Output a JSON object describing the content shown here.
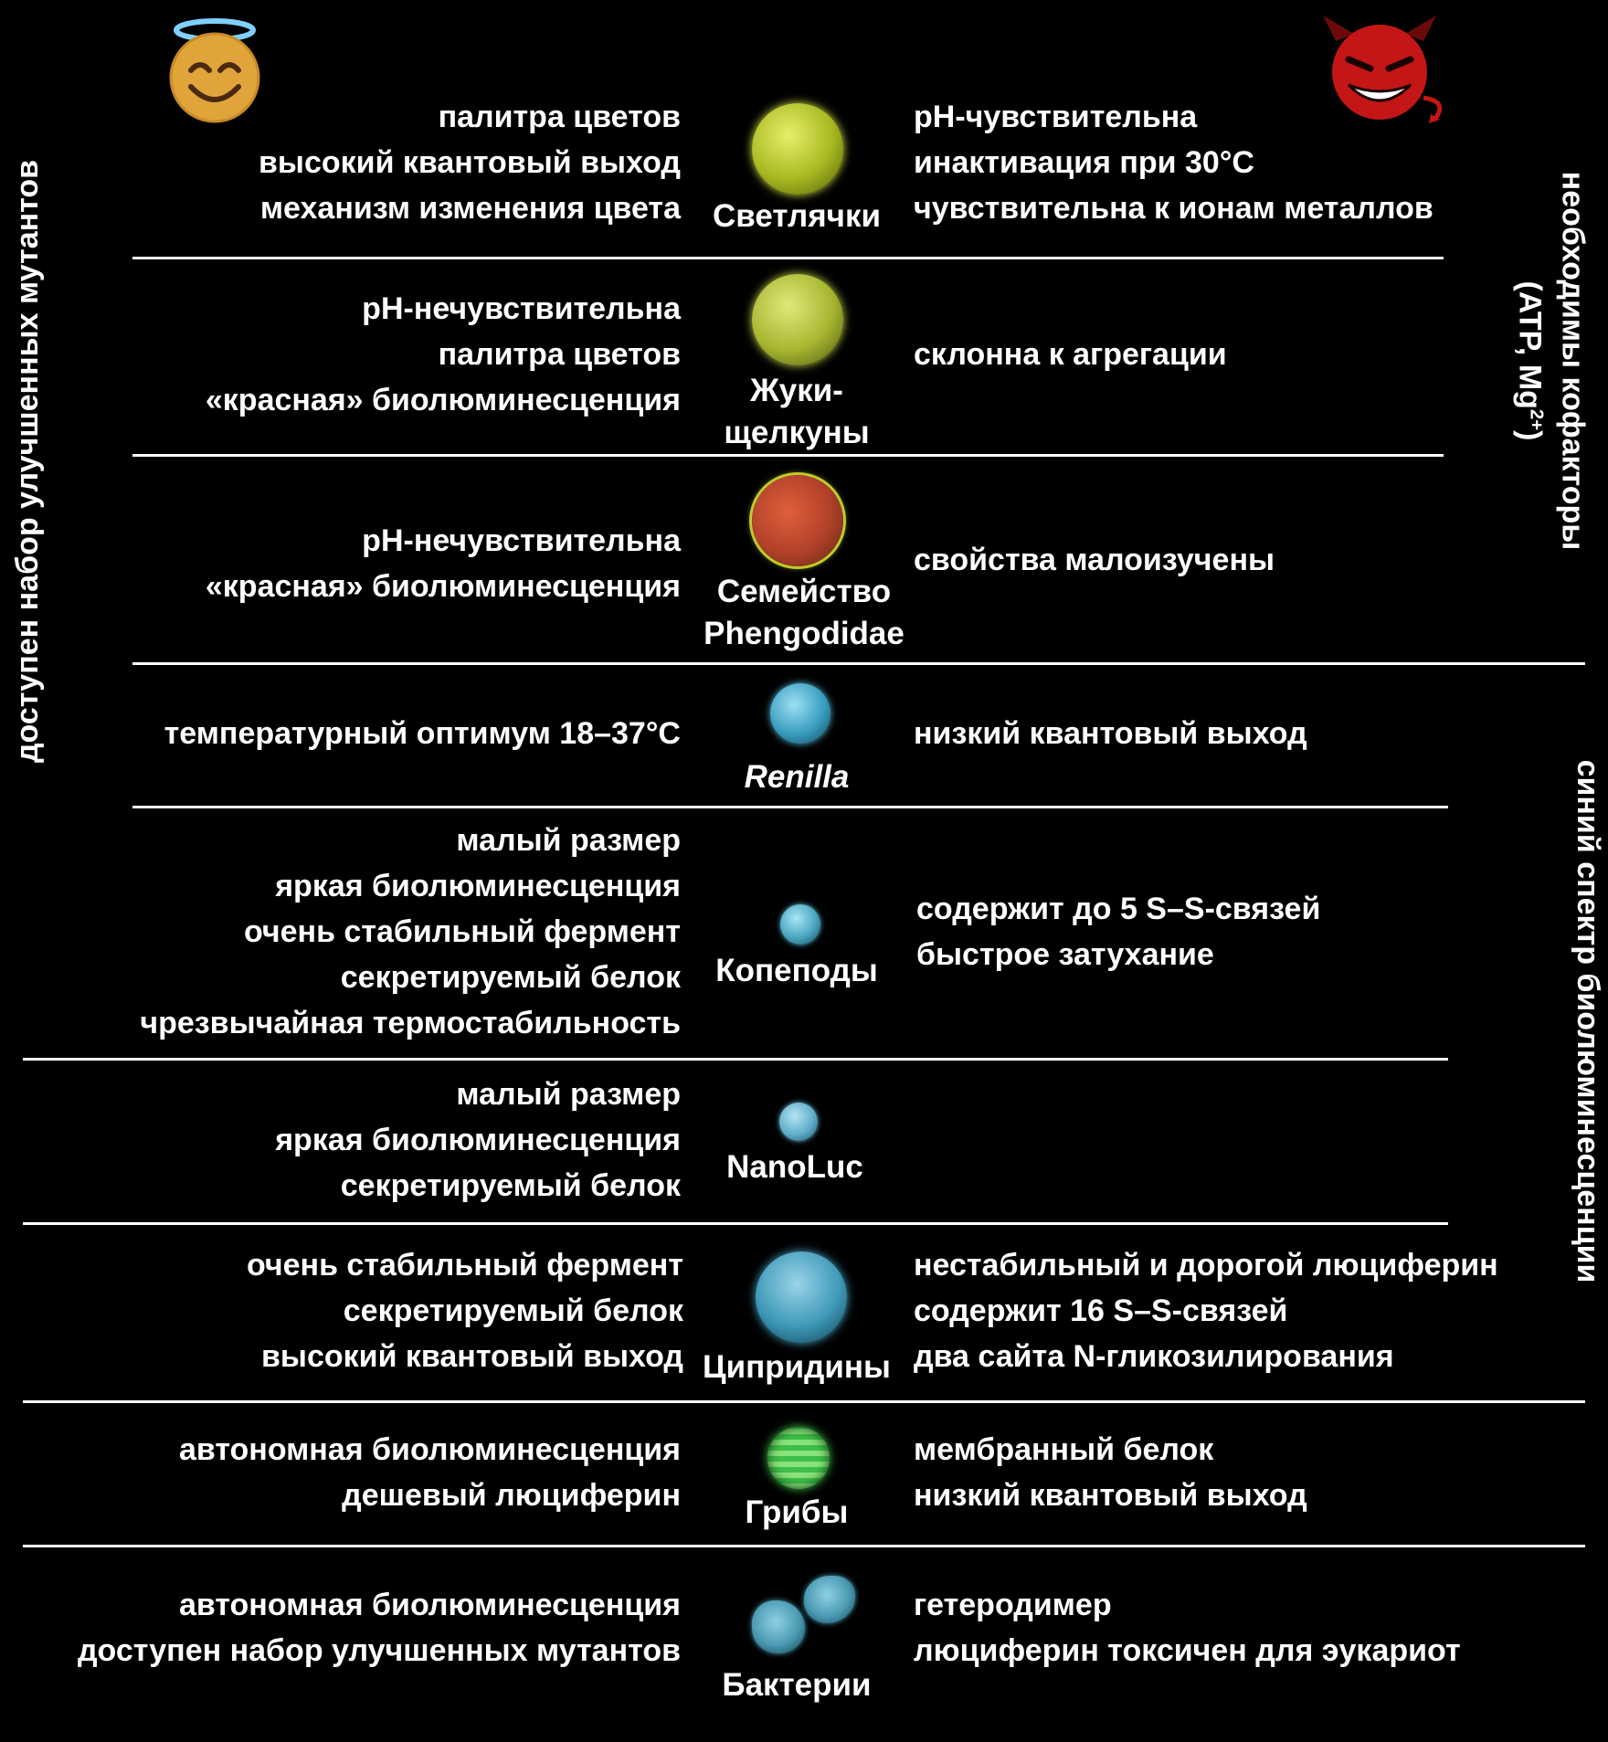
{
  "side_labels": {
    "left": "доступен набор улучшенных мутантов",
    "right_top_line1": "необходимы кофакторы",
    "right_top_line2_prefix": "(ATP, Mg",
    "right_top_line2_sup": "2+",
    "right_top_line2_suffix": ")",
    "right_bottom": "синий спектр биолюминесценции"
  },
  "rows": [
    {
      "name": "Светлячки",
      "pros": [
        "палитра цветов",
        "высокий квантовый выход",
        "механизм изменения цвета"
      ],
      "cons": [
        "рН-чувствительна",
        "инактивация при 30°С",
        "чувствительна к ионам металлов"
      ],
      "orb_color": "#b9c42a"
    },
    {
      "name_line1": "Жуки-",
      "name_line2": "щелкуны",
      "pros": [
        "рН-нечувствительна",
        "палитра цветов",
        "«красная» биолюминесценция"
      ],
      "cons": [
        "склонна к агрегации"
      ],
      "orb_color": "#aabb2a"
    },
    {
      "name_line1": "Семейство",
      "name_line2": "Phengodidae",
      "pros": [
        "рН-нечувствительна",
        "«красная» биолюминесценция"
      ],
      "cons": [
        "свойства малоизучены"
      ],
      "orb_color": "#c2462c"
    },
    {
      "name": "Renilla",
      "pros": [
        "температурный оптимум 18–37°С"
      ],
      "cons": [
        "низкий квантовый выход"
      ],
      "orb_color": "#3aa3c4"
    },
    {
      "name": "Копеподы",
      "pros": [
        "малый размер",
        "яркая биолюминесценция",
        "очень стабильный фермент",
        "секретируемый белок",
        "чрезвычайная термостабильность"
      ],
      "cons": [
        "содержит до 5 S–S-связей",
        "быстрое затухание"
      ],
      "orb_color": "#4aa6c0"
    },
    {
      "name": "NanoLuc",
      "pros": [
        "малый размер",
        "яркая биолюминесценция",
        "секретируемый белок"
      ],
      "cons": [],
      "orb_color": "#5eaecb"
    },
    {
      "name": "Ципридины",
      "pros": [
        "очень стабильный фермент",
        "секретируемый белок",
        "высокий квантовый выход"
      ],
      "cons": [
        "нестабильный и дорогой люциферин",
        "содержит 16 S–S-связей",
        "два сайта N-гликозилирования"
      ],
      "orb_color": "#3f9ab8"
    },
    {
      "name": "Грибы",
      "pros": [
        "автономная биолюминесценция",
        "дешевый люциферин"
      ],
      "cons": [
        "мембранный белок",
        "низкий квантовый выход"
      ],
      "orb_color": "#3fbf4a"
    },
    {
      "name": "Бактерии",
      "pros": [
        "автономная биолюминесценция",
        "доступен набор улучшенных мутантов"
      ],
      "cons": [
        "гетеродимер",
        "люциферин токсичен для эукариот"
      ],
      "orb_color": "#4a9ab2"
    }
  ],
  "icons": {
    "angel_face": "angel-emoji-icon",
    "devil_face": "devil-emoji-icon"
  }
}
